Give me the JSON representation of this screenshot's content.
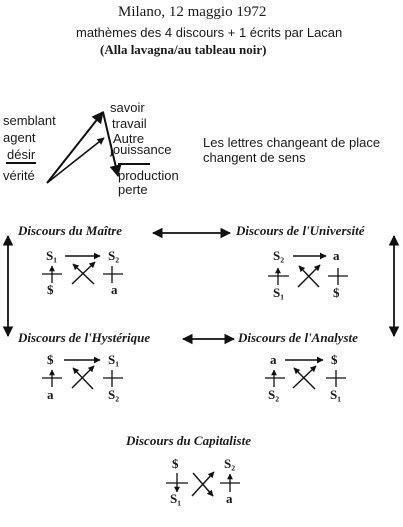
{
  "header": {
    "date_line": "Milano, 12 maggio 1972",
    "subtitle": "mathèmes des 4 discours + 1 écrits par Lacan",
    "note": "(Alla lavagna/au tableau  noir)"
  },
  "legend": {
    "left": [
      "semblant",
      "agent",
      "désir",
      "vérité"
    ],
    "right": [
      "savoir",
      "travail",
      "Autre",
      "jouissance",
      "production",
      "perte"
    ],
    "comment_line1": "Les lettres changeant de place",
    "comment_line2": "changent de sens"
  },
  "discourses": [
    {
      "title": "Discours du Maître",
      "tl": "S₁",
      "tr": "S₂",
      "bl": "$",
      "br": "a"
    },
    {
      "title": "Discours de l'Université",
      "tl": "S₂",
      "tr": "a",
      "bl": "S₁",
      "br": "$"
    },
    {
      "title": "Discours de l'Hystérique",
      "tl": "$",
      "tr": "S₁",
      "bl": "a",
      "br": "S₂"
    },
    {
      "title": "Discours de l'Analyste",
      "tl": "a",
      "tr": "$",
      "bl": "S₂",
      "br": "S₁"
    },
    {
      "title": "Discours du Capitaliste",
      "tl": "$",
      "tr": "S₂",
      "bl": "S₁",
      "br": "a"
    }
  ]
}
